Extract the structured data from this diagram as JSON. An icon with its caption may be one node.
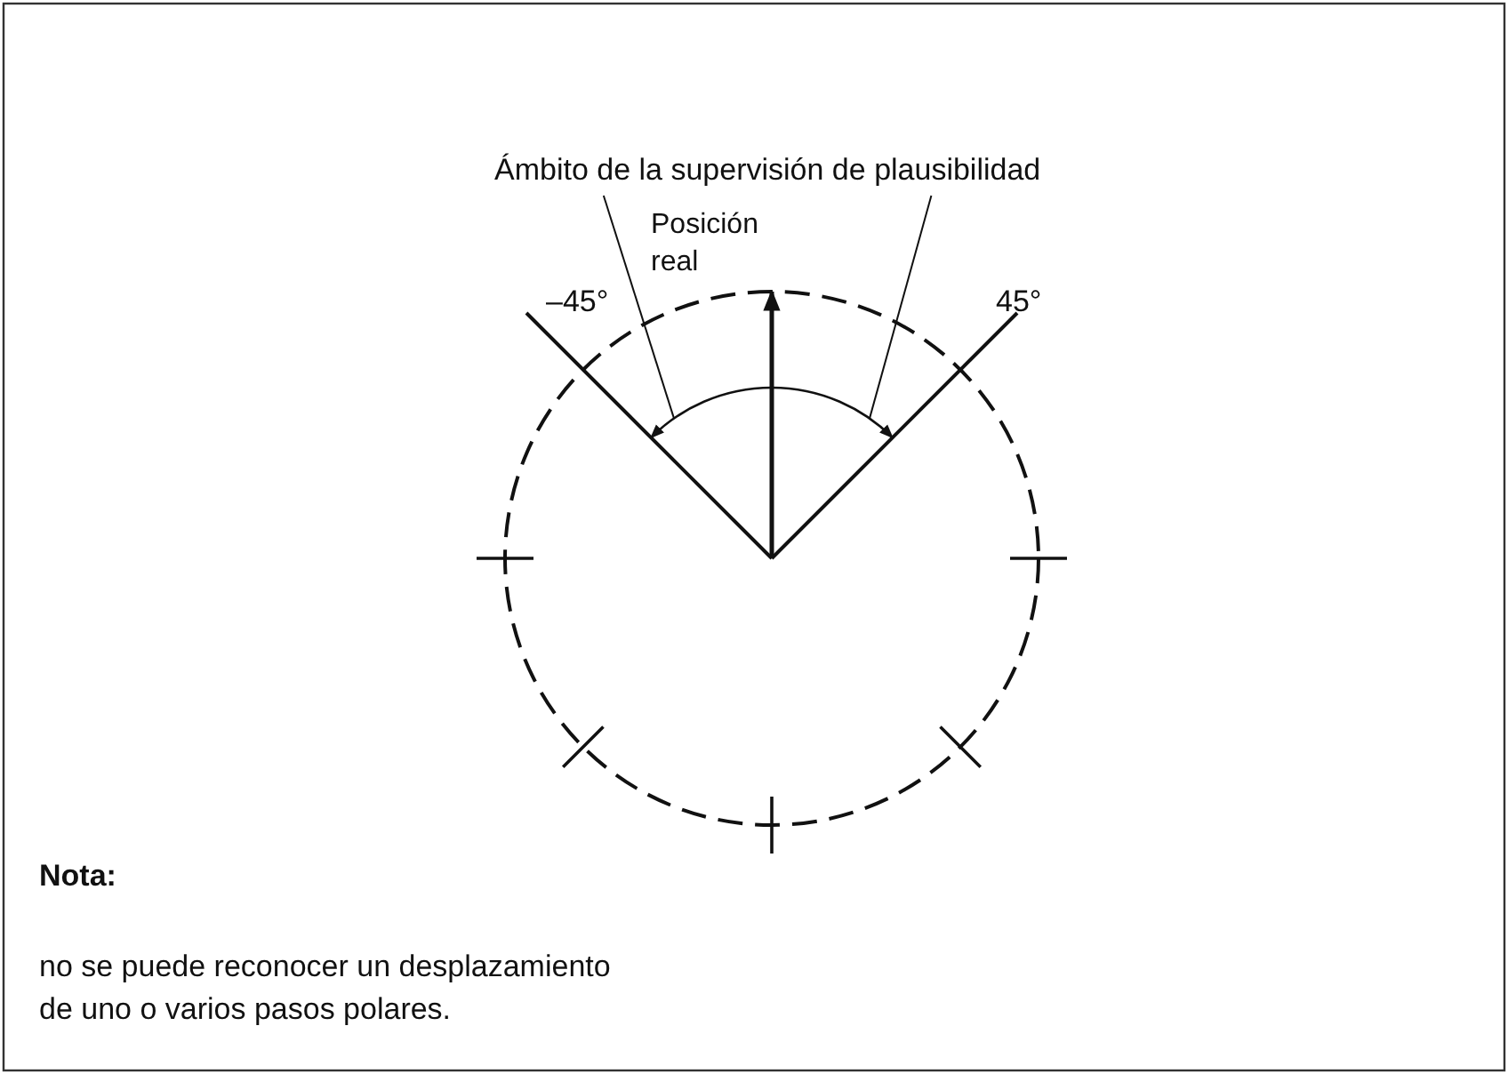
{
  "diagram": {
    "nodes": [
      {
        "text": [
          "Ámbito de la supervisión de plausibilidad"
        ]
      },
      {
        "text": [],
        "shape": "arc"
      }
    ],
    "edges": [
      {
        "from": 0,
        "to": 1,
        "arrow": "none"
      },
      {
        "from": 0,
        "to": 1,
        "arrow": "none"
      }
    ],
    "labels": [
      "Posición real",
      "–45°",
      "45°",
      "Nota:",
      "no se puede reconocer un desplazamiento de uno o varios pasos polares."
    ]
  }
}
